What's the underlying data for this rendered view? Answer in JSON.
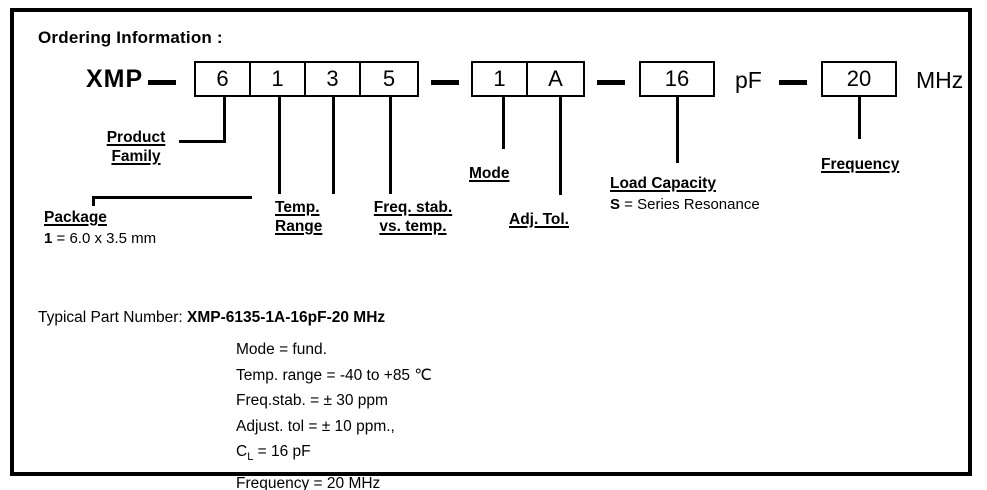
{
  "title": "Ordering Information :",
  "part_number_row": {
    "prefix": "XMP",
    "group1": [
      "6",
      "1",
      "3",
      "5"
    ],
    "group2": [
      "1",
      "A"
    ],
    "load_capacity_box": "16",
    "load_capacity_unit": "pF",
    "frequency_box": "20",
    "frequency_unit": "MHz",
    "separator": "—"
  },
  "callouts": {
    "product_family": {
      "line1": "Product",
      "line2": "Family"
    },
    "package": {
      "title": "Package",
      "note_bold": "1",
      "note_rest": " = 6.0 x 3.5 mm"
    },
    "temp_range": {
      "line1": "Temp.",
      "line2": "Range"
    },
    "freq_stab": {
      "line1": "Freq. stab.",
      "line2": "vs. temp."
    },
    "mode": {
      "title": "Mode"
    },
    "adj_tol": {
      "title": "Adj. Tol."
    },
    "load_capacity": {
      "title": "Load Capacity",
      "note_bold": "S",
      "note_rest": " = Series Resonance"
    },
    "frequency": {
      "title": "Frequency"
    }
  },
  "typical": {
    "label": "Typical Part Number: ",
    "part_number": "XMP-6135-1A-16pF-20 MHz",
    "specs": [
      "Mode = fund.",
      "Temp. range = -40 to +85 ℃",
      "Freq.stab. = ± 30 ppm",
      "Adjust. tol = ± 10 ppm.,",
      "C_L = 16 pF",
      "Frequency = 20 MHz"
    ],
    "spec_cl_prefix": "C",
    "spec_cl_sub": "L",
    "spec_cl_rest": " = 16 pF"
  },
  "colors": {
    "ink": "#000000",
    "paper": "#ffffff"
  }
}
